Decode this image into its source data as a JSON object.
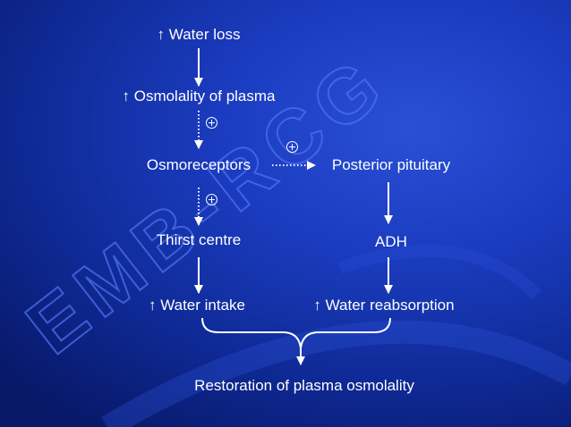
{
  "nodes": {
    "water_loss": "↑ Water loss",
    "osmolality": "↑ Osmolality of plasma",
    "osmoreceptors": "Osmoreceptors",
    "posterior_pituitary": "Posterior pituitary",
    "thirst_centre": "Thirst centre",
    "adh": "ADH",
    "water_intake": "↑ Water intake",
    "water_reabsorption": "↑ Water reabsorption",
    "restoration": "Restoration of plasma osmolality"
  },
  "watermark": "EMB-RCG",
  "stimulation_icon": "circled-plus-icon",
  "colors": {
    "background": "#1b3cc0",
    "text": "#ffffff",
    "watermark": "#3a5ae0"
  }
}
